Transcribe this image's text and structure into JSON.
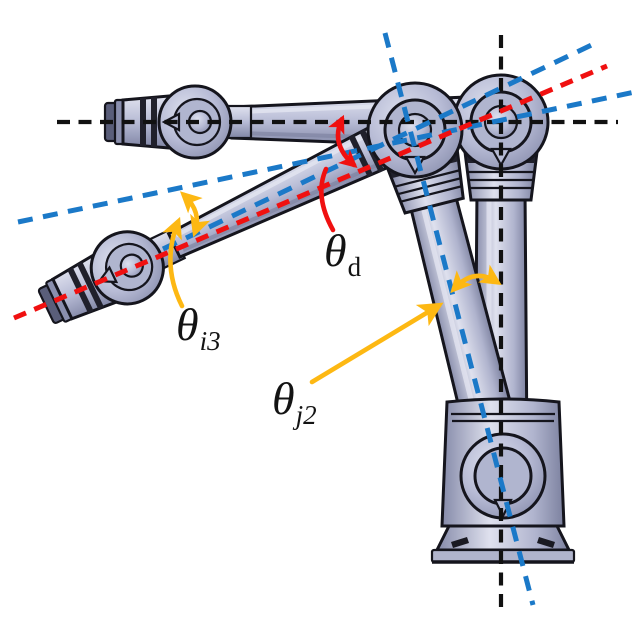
{
  "figure": {
    "type": "robot-arm-joint-angle-diagram",
    "labels": {
      "theta_d": {
        "base": "θ",
        "sub": "d"
      },
      "theta_i3": {
        "base": "θ",
        "sub": "i3"
      },
      "theta_j2": {
        "base": "θ",
        "sub": "j2"
      }
    },
    "colors": {
      "background": "#ffffff",
      "axis_black": "#111111",
      "reference_blue": "#1b79c8",
      "actual_red": "#f01010",
      "angle_yellow": "#fdb813",
      "body_light": "#b7bbd5",
      "body_shadow": "#8e93b2",
      "outline": "#15151d"
    }
  }
}
